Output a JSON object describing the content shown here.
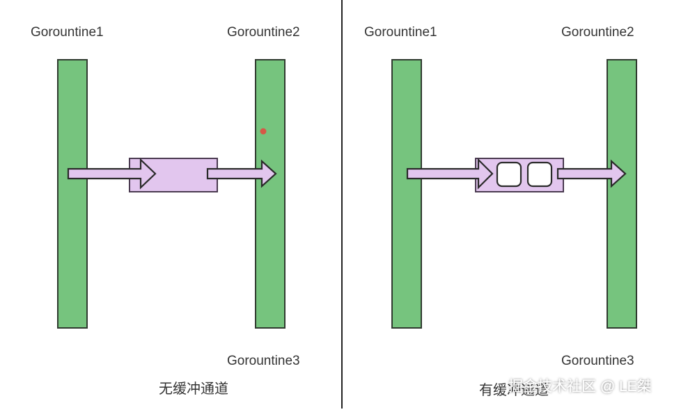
{
  "colors": {
    "background": "#ffffff",
    "goroutine_fill": "#76c47e",
    "goroutine_stroke": "#2f3a2f",
    "channel_fill": "#e2c6ee",
    "channel_stroke": "#4a3a50",
    "slot_fill": "#ffffff",
    "divider": "#222222",
    "dot": "#e8453c",
    "text": "#333333",
    "watermark": "#ffffff"
  },
  "left_panel": {
    "label_g1": "Gorountine1",
    "label_g2": "Gorountine2",
    "label_g3": "Gorountine3",
    "caption": "无缓冲通道"
  },
  "right_panel": {
    "label_g1": "Gorountine1",
    "label_g2": "Gorountine2",
    "label_g3": "Gorountine3",
    "caption": "有缓冲通道"
  },
  "watermark": {
    "text": "掘金技术社区 @ LE桀"
  }
}
